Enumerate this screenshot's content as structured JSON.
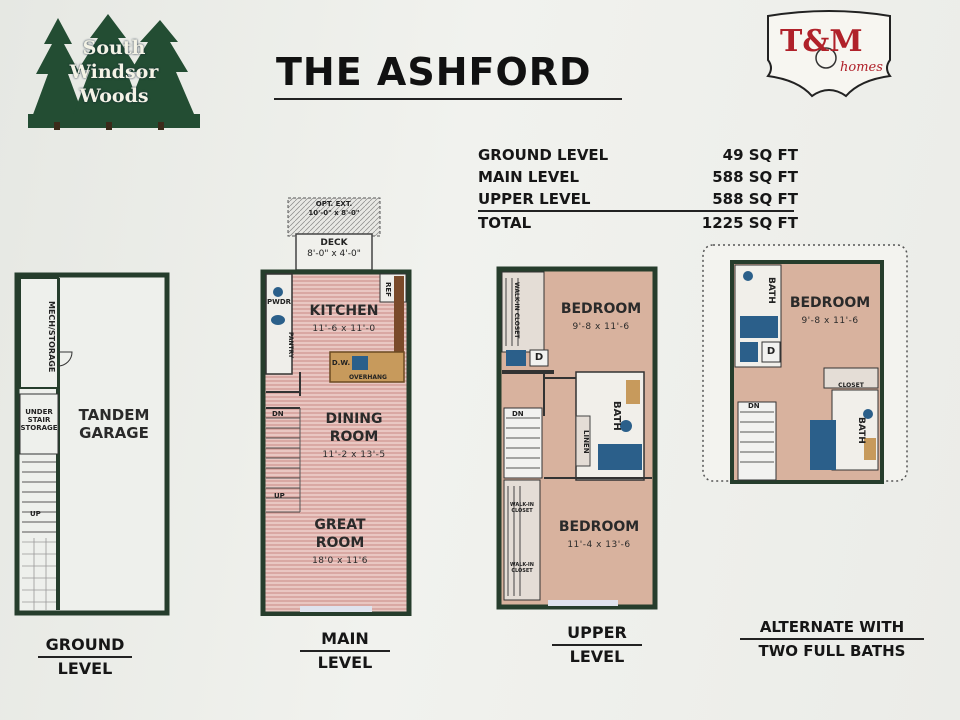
{
  "branding": {
    "community_logo_line1": "South",
    "community_logo_line2": "Windsor",
    "community_logo_line3": "Woods",
    "builder_logo_initials": "T&M",
    "builder_logo_word": "homes"
  },
  "title": "THE ASHFORD",
  "square_footage": {
    "rows": [
      {
        "level": "GROUND LEVEL",
        "area": "49 SQ FT"
      },
      {
        "level": "MAIN LEVEL",
        "area": "588 SQ FT"
      },
      {
        "level": "UPPER LEVEL",
        "area": "588 SQ FT"
      }
    ],
    "total_label": "TOTAL",
    "total_area": "1225 SQ FT"
  },
  "ground_level": {
    "label_line1": "GROUND",
    "label_line2": "LEVEL",
    "garage_line1": "TANDEM",
    "garage_line2": "GARAGE",
    "mech": "MECH/STORAGE",
    "under_stair_1": "UNDER",
    "under_stair_2": "STAIR",
    "under_stair_3": "STORAGE",
    "up": "UP"
  },
  "main_level": {
    "label_line1": "MAIN",
    "label_line2": "LEVEL",
    "opt_ext": "OPT. EXT.",
    "opt_ext_dim": "10'-0\" x 8'-0\"",
    "deck": "DECK",
    "deck_dim": "8'-0\" x 4'-0\"",
    "kitchen": "KITCHEN",
    "kitchen_dim": "11'-6 x 11'-0",
    "dining_line1": "DINING",
    "dining_line2": "ROOM",
    "dining_dim": "11'-2 x 13'-5",
    "great_line1": "GREAT",
    "great_line2": "ROOM",
    "great_dim": "18'0 x 11'6",
    "pwdr": "PWDR",
    "pantry": "PANTRY",
    "ref": "REF",
    "dw": "D.W.",
    "overhang": "OVERHANG",
    "dn": "DN",
    "up": "UP"
  },
  "upper_level": {
    "label_line1": "UPPER",
    "label_line2": "LEVEL",
    "bedroom1": "BEDROOM",
    "bedroom1_dim": "9'-8 x 11'-6",
    "bedroom2": "BEDROOM",
    "bedroom2_dim": "11'-4 x 13'-6",
    "bath": "BATH",
    "linen": "LINEN",
    "walk_in_closet": "WALK-IN CLOSET",
    "walk_in_closet_2": "WALK-IN CLOSET",
    "walk_in_closet_3": "WALK-IN CLOSET",
    "d": "D",
    "dn": "DN"
  },
  "alternate": {
    "label_line1": "ALTERNATE WITH",
    "label_line2": "TWO FULL BATHS",
    "bedroom": "BEDROOM",
    "bedroom_dim": "9'-8 x 11'-6",
    "bath1": "BATH",
    "bath2": "BATH",
    "d": "D",
    "dn": "DN",
    "closet": "CLOSET"
  }
}
